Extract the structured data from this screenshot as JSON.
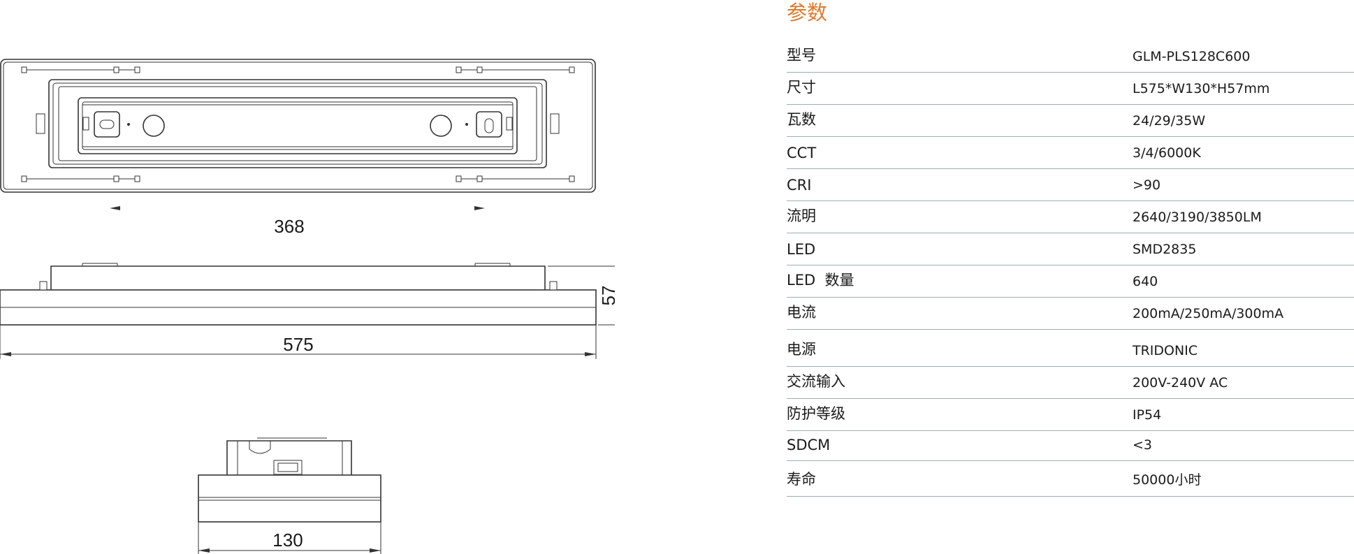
{
  "dimensions": {
    "top_view_width": "368",
    "side_view_height": "57",
    "side_view_length": "575",
    "end_view_width": "130"
  },
  "spec": {
    "title": "参数",
    "rows": [
      {
        "key": "型号",
        "value": "GLM-PLS128C600"
      },
      {
        "key": "尺寸",
        "value": "L575*W130*H57mm"
      },
      {
        "key": "瓦数",
        "value": "24/29/35W"
      },
      {
        "key": "CCT",
        "value": "3/4/6000K"
      },
      {
        "key": "CRI",
        "value": ">90"
      },
      {
        "key": "流明",
        "value": "2640/3190/3850LM"
      },
      {
        "key": "LED",
        "value": "SMD2835"
      },
      {
        "key": "LED  数量",
        "value": "640"
      },
      {
        "key": "电流",
        "value": "200mA/250mA/300mA"
      },
      {
        "key": "电源",
        "value": "TRIDONIC"
      },
      {
        "key": "交流输入",
        "value": "200V-240V AC"
      },
      {
        "key": "防护等级",
        "value": "IP54"
      },
      {
        "key": "SDCM",
        "value": "<3"
      },
      {
        "key": "寿命",
        "value": "50000小时"
      }
    ]
  },
  "colors": {
    "title_accent": "#e07b2c",
    "row_divider": "#9bb0b0",
    "drawing_line": "#333333"
  }
}
